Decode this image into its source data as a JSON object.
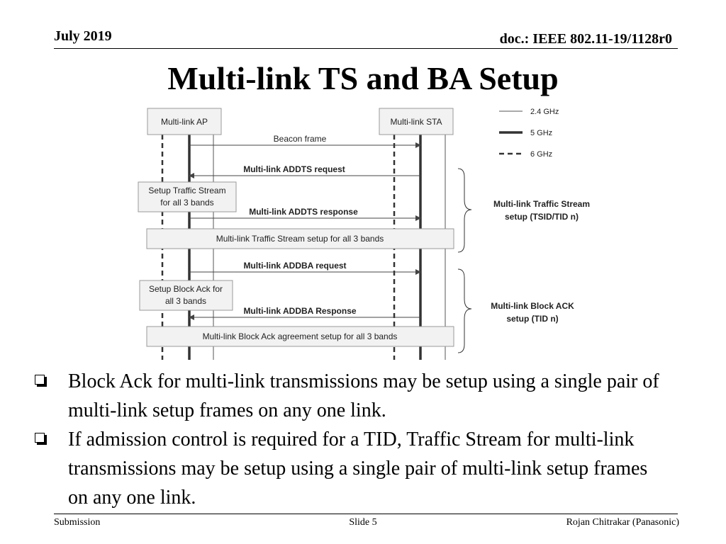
{
  "header": {
    "date": "July 2019",
    "doc_id": "doc.: IEEE 802.11-19/1128r0"
  },
  "slide": {
    "title": "Multi-link TS and BA Setup"
  },
  "diagram": {
    "entities": {
      "ap": "Multi-link AP",
      "sta": "Multi-link STA"
    },
    "legend": [
      "2.4 GHz",
      "5 GHz",
      "6 GHz"
    ],
    "messages": {
      "beacon": "Beacon frame",
      "addts_req": "Multi-link ADDTS request",
      "addts_resp": "Multi-link ADDTS response",
      "addba_req": "Multi-link ADDBA request",
      "addba_resp": "Multi-link ADDBA Response"
    },
    "notes": {
      "setup_ts_1": "Setup Traffic Stream",
      "setup_ts_2": "for all 3 bands",
      "setup_ba_1": "Setup Block Ack for",
      "setup_ba_2": "all 3 bands"
    },
    "bars": {
      "ts": "Multi-link Traffic Stream setup for all 3 bands",
      "ba": "Multi-link Block Ack agreement setup for all 3 bands"
    },
    "braces": {
      "ts_1": "Multi-link Traffic Stream",
      "ts_2": "setup (TSID/TID n)",
      "ba_1": "Multi-link Block ACK",
      "ba_2": "setup (TID n)"
    }
  },
  "bullets": [
    "Block Ack for multi-link transmissions may be setup using a single pair of multi-link setup frames on any one link.",
    "If admission control is required for a TID, Traffic Stream for multi-link transmissions may be setup using a single pair of multi-link setup frames on any one link."
  ],
  "footer": {
    "left": "Submission",
    "center": "Slide 5",
    "right": "Rojan Chitrakar (Panasonic)"
  }
}
